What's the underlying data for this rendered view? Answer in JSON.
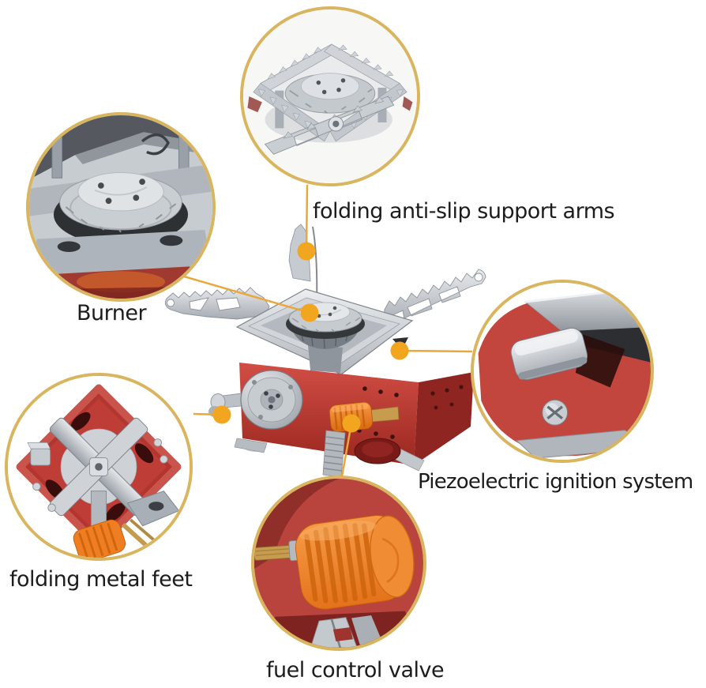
{
  "theme": {
    "bg": "#ffffff",
    "circle-border": "#d8b55e",
    "connector": "#e9a83c",
    "dot": "#f2a51e",
    "text": "#1c1c1c",
    "body-red": "#c2453e",
    "knob-orange": "#ee7d20",
    "steel": "#c6cbd1"
  },
  "callouts": {
    "support_arms": {
      "label": "folding anti-slip support arms",
      "depicts": "pot-support-arms-closeup"
    },
    "burner": {
      "label": "Burner",
      "depicts": "burner-head-closeup"
    },
    "ignition": {
      "label": "Piezoelectric ignition system",
      "depicts": "piezo-button-closeup"
    },
    "metal_feet": {
      "label": "folding metal feet",
      "depicts": "folded-feet-closeup"
    },
    "fuel_valve": {
      "label": "fuel control valve",
      "depicts": "control-knob-closeup"
    }
  }
}
